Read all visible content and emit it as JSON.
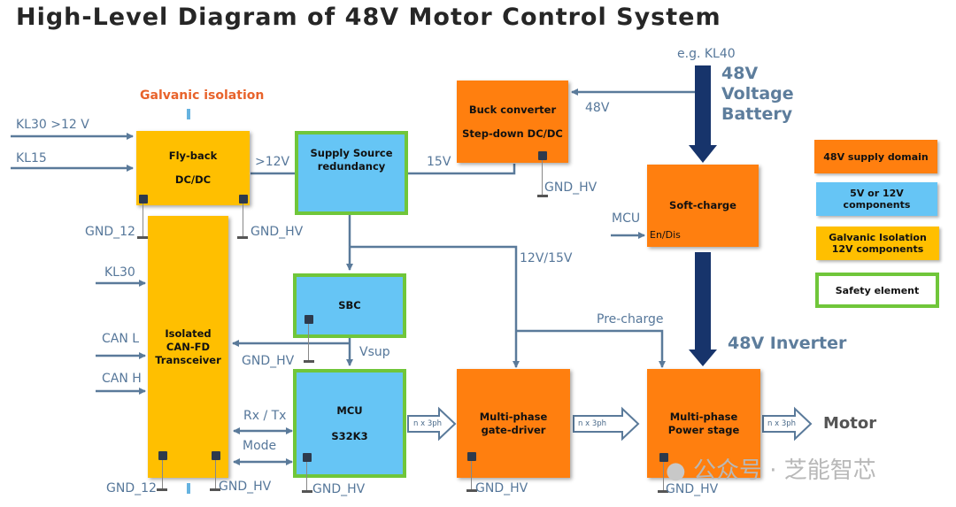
{
  "title": "High-Level Diagram of 48V Motor Control System",
  "galvanic_isolation_label": "Galvanic isolation",
  "colors": {
    "supply_48v": "#ff7f0f",
    "components_5v_12v": "#66c5f5",
    "galvanic_12v": "#ffbf00",
    "safety_border": "#70c63a",
    "wire": "#5a7a9a",
    "power_arrow": "#17346b",
    "isolation_accent": "#e8632b"
  },
  "blocks": {
    "flyback": {
      "line1": "Fly-back",
      "line2": "DC/DC"
    },
    "supply_redundancy": {
      "line1": "Supply Source",
      "line2": "redundancy"
    },
    "buck": {
      "line1": "Buck converter",
      "line2": "Step-down DC/DC"
    },
    "softcharge": {
      "label": "Soft-charge",
      "pin": "En/Dis"
    },
    "can": {
      "line1": "Isolated",
      "line2": "CAN-FD",
      "line3": "Transceiver"
    },
    "sbc": {
      "label": "SBC"
    },
    "mcu": {
      "line1": "MCU",
      "line2": "S32K3"
    },
    "gatedriver": {
      "line1": "Multi-phase",
      "line2": "gate-driver"
    },
    "powerstage": {
      "line1": "Multi-phase",
      "line2": "Power stage"
    }
  },
  "signals": {
    "kl30_12v": "KL30 >12 V",
    "kl15": "KL15",
    "gt12v": ">12V",
    "v15": "15V",
    "v48": "48V",
    "kl40": "e.g. KL40",
    "kl30": "KL30",
    "can_l": "CAN L",
    "can_h": "CAN H",
    "rx_tx": "Rx / Tx",
    "mode": "Mode",
    "vsup": "Vsup",
    "v12_15": "12V/15V",
    "precharge": "Pre-charge",
    "mcu_in": "MCU",
    "nx3ph": "n x 3ph",
    "motor": "Motor"
  },
  "grounds": {
    "gnd_12": "GND_12",
    "gnd_hv": "GND_HV"
  },
  "headings": {
    "battery_line1": "48V",
    "battery_line2": "Voltage",
    "battery_line3": "Battery",
    "inverter": "48V Inverter"
  },
  "legend": [
    {
      "label": "48V supply domain"
    },
    {
      "label": "5V or 12V components"
    },
    {
      "label": "Galvanic Isolation 12V components"
    },
    {
      "label": "Safety element"
    }
  ],
  "watermark": "公众号 · 芝能智芯"
}
